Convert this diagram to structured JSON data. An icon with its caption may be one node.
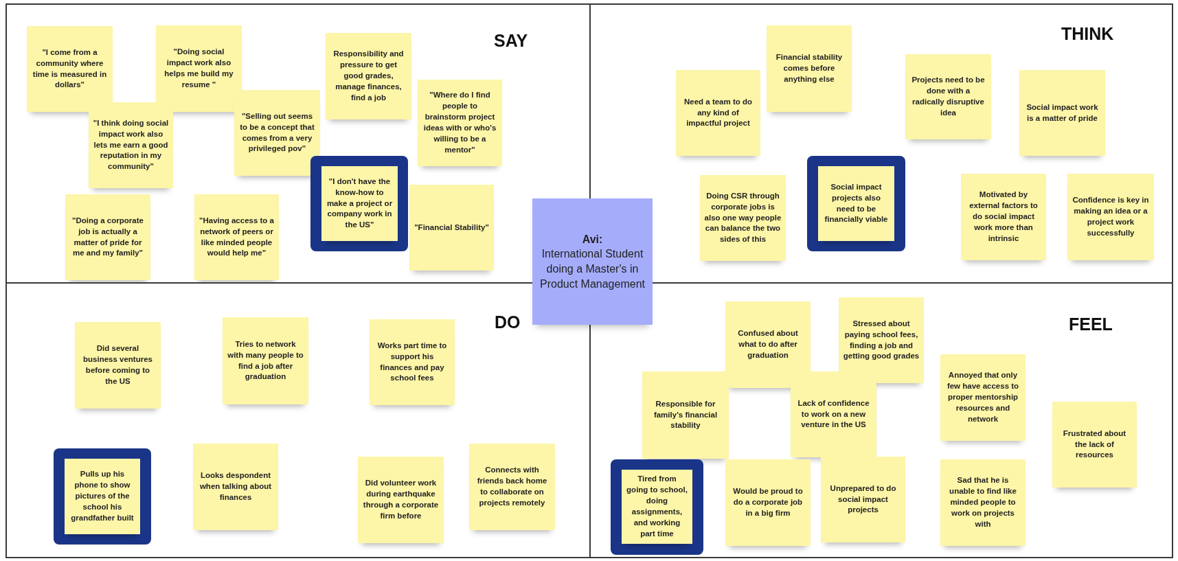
{
  "diagram": {
    "nodes": [
      {
        "text": [
          "SAY"
        ]
      },
      {
        "text": [
          "\"I come from a community where time is measured in dollars\""
        ],
        "in": 0
      },
      {
        "text": [
          "\"Doing social impact work also helps me build my resume \""
        ],
        "in": 0
      },
      {
        "text": [
          "Responsibility and pressure to get good grades, manage finances, find a job"
        ],
        "in": 0
      },
      {
        "text": [
          "\"I think doing social impact work also lets me earn a good reputation in my community\""
        ],
        "in": 0
      },
      {
        "text": [
          "\"Selling out seems to be a concept that comes from a very privileged pov\""
        ],
        "in": 0
      },
      {
        "text": [
          "\"Where do I find people to brainstorm project ideas with or who's willing to be a mentor\""
        ],
        "in": 0
      },
      {
        "text": [],
        "shape": "box",
        "in": 0
      },
      {
        "text": [
          "\"I don't have the know-how to make a project or company work in the US\""
        ],
        "in": 7
      },
      {
        "text": [
          "\"Financial Stability\""
        ],
        "in": 0
      },
      {
        "text": [
          "\"Doing a corporate job is actually a matter of pride for me and my family\""
        ],
        "in": 0
      },
      {
        "text": [
          "\"Having access to a network of peers or like minded people would help me\""
        ],
        "in": 0
      },
      {
        "text": [
          "THINK"
        ]
      },
      {
        "text": [
          "Financial stability comes before anything else"
        ],
        "in": 12
      },
      {
        "text": [
          "Need a team to do any kind of impactful project"
        ],
        "in": 12
      },
      {
        "text": [
          "Projects need to be done with a radically disruptive idea"
        ],
        "in": 12
      },
      {
        "text": [
          "Social impact work is a matter of pride"
        ],
        "in": 12
      },
      {
        "text": [
          "Doing CSR through corporate jobs is also one way people can balance the two sides of this"
        ],
        "in": 12
      },
      {
        "text": [],
        "shape": "box",
        "in": 12
      },
      {
        "text": [
          "Social impact projects also need to be financially viable"
        ],
        "in": 18
      },
      {
        "text": [
          "Motivated by external factors to do social impact work more than intrinsic"
        ],
        "in": 12
      },
      {
        "text": [
          "Confidence is key in making an idea or a project work successfully"
        ],
        "in": 12
      },
      {
        "text": [
          "Avi:",
          "International Student doing a Master's in Product Management"
        ]
      },
      {
        "text": [
          "DO"
        ]
      },
      {
        "text": [
          "Did several business ventures before coming to the US"
        ],
        "in": 23
      },
      {
        "text": [
          "Tries to network with many people to find a job after graduation"
        ],
        "in": 23
      },
      {
        "text": [
          "Works part time to support his finances and pay school fees"
        ],
        "in": 23
      },
      {
        "text": [],
        "shape": "box",
        "in": 23
      },
      {
        "text": [
          "Pulls up his phone to show pictures of the school his grandfather built"
        ],
        "in": 27
      },
      {
        "text": [
          "Looks despondent when talking about finances"
        ],
        "in": 23
      },
      {
        "text": [
          "Did volunteer work during earthquake through a corporate firm before"
        ],
        "in": 23
      },
      {
        "text": [
          "Connects with friends back home to collaborate on projects remotely"
        ],
        "in": 23
      },
      {
        "text": [
          "FEEL"
        ]
      },
      {
        "text": [
          "Stressed about paying school fees, finding a job and getting good grades"
        ],
        "in": 32
      },
      {
        "text": [
          "Confused about what to do after graduation"
        ],
        "in": 32
      },
      {
        "text": [
          "Responsible for family's financial stability"
        ],
        "in": 32
      },
      {
        "text": [
          "Lack of confidence to work on a new venture in the US"
        ],
        "in": 32
      },
      {
        "text": [
          "Annoyed that only few have access to proper mentorship resources and network"
        ],
        "in": 32
      },
      {
        "text": [
          "Frustrated about the lack of resources"
        ],
        "in": 32
      },
      {
        "text": [],
        "shape": "box",
        "in": 32
      },
      {
        "text": [
          "Tired from going to school, doing assignments, and working part time"
        ],
        "in": 39
      },
      {
        "text": [
          "Would be proud to do a corporate job in a big firm"
        ],
        "in": 32
      },
      {
        "text": [
          "Unprepared to do social impact projects"
        ],
        "in": 32
      },
      {
        "text": [
          "Sad that he is unable to find like minded people to work on projects with"
        ],
        "in": 32
      }
    ]
  }
}
